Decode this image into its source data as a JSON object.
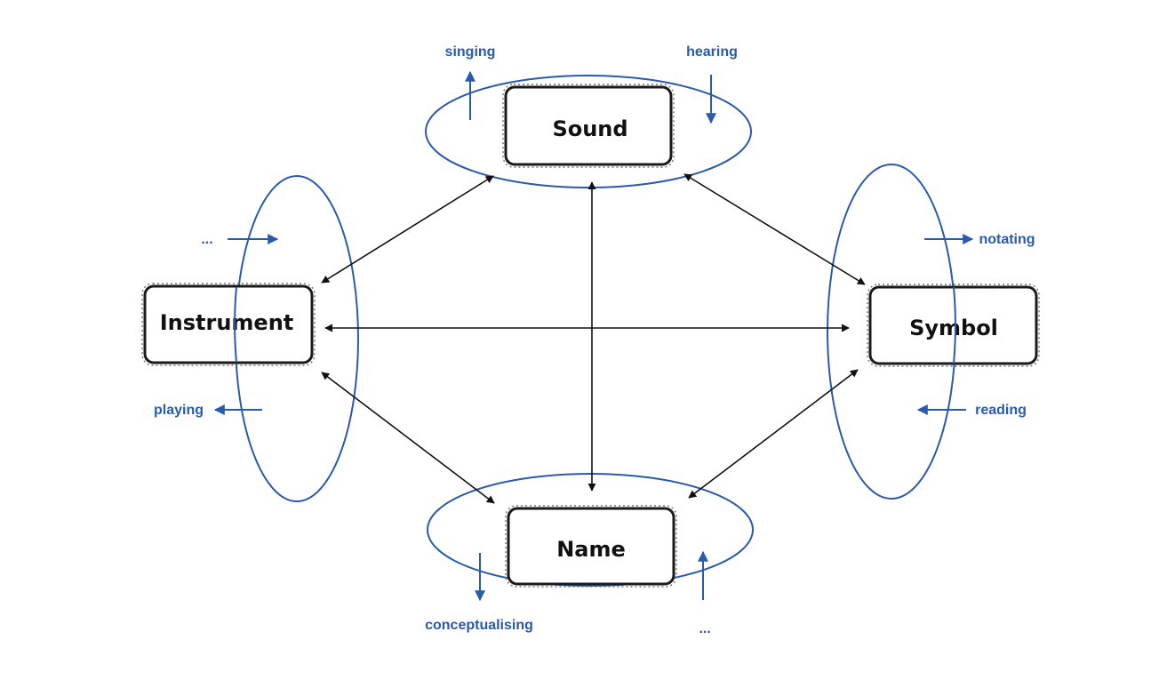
{
  "colors": {
    "activity": "#2a5aad",
    "connector": "#111111",
    "box_border": "#1a1a1a",
    "background": "#ffffff"
  },
  "nodes": {
    "sound": "Sound",
    "instrument": "Instrument",
    "symbol": "Symbol",
    "name": "Name"
  },
  "activities": {
    "singing": "singing",
    "hearing": "hearing",
    "instrument_in": "...",
    "playing": "playing",
    "notating": "notating",
    "reading": "reading",
    "conceptualising": "conceptualising",
    "name_in": "..."
  }
}
